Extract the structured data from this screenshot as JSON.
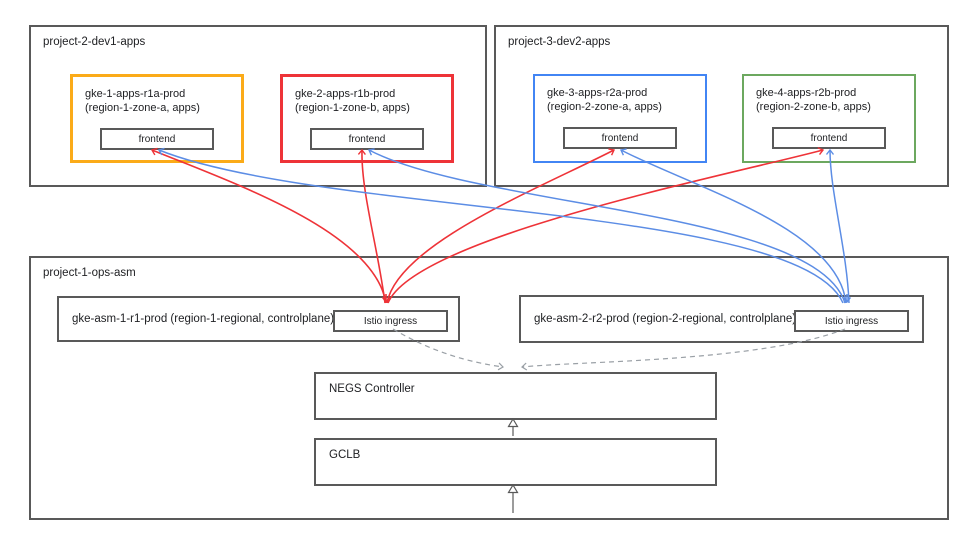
{
  "colors": {
    "orange": "#FBAB18",
    "red": "#EE3338",
    "blue": "#4285F4",
    "blueArrow": "#5C8DE5",
    "green": "#6CA85F",
    "border": "#595959",
    "dash": "#9AA0A6",
    "text": "#202124"
  },
  "projects": {
    "dev1": {
      "title": "project-2-dev1-apps",
      "clusters": [
        {
          "name": "gke-1-apps-r1a-prod",
          "zone": "(region-1-zone-a, apps)",
          "service": "frontend",
          "border": "orange"
        },
        {
          "name": "gke-2-apps-r1b-prod",
          "zone": "(region-1-zone-b, apps)",
          "service": "frontend",
          "border": "red"
        }
      ]
    },
    "dev2": {
      "title": "project-3-dev2-apps",
      "clusters": [
        {
          "name": "gke-3-apps-r2a-prod",
          "zone": "(region-2-zone-a, apps)",
          "service": "frontend",
          "border": "blue"
        },
        {
          "name": "gke-4-apps-r2b-prod",
          "zone": "(region-2-zone-b, apps)",
          "service": "frontend",
          "border": "green"
        }
      ]
    },
    "ops": {
      "title": "project-1-ops-asm",
      "controlplanes": [
        {
          "name": "gke-asm-1-r1-prod (region-1-regional, controlplane)",
          "ingress": "Istio ingress"
        },
        {
          "name": "gke-asm-2-r2-prod (region-2-regional, controlplane)",
          "ingress": "Istio ingress"
        }
      ],
      "negs_label": "NEGS Controller",
      "gclb_label": "GCLB"
    }
  },
  "edges": [
    {
      "from": "istio-ingress-1",
      "to": "frontend-gke-1",
      "style": "solid-curve",
      "color": "red"
    },
    {
      "from": "istio-ingress-1",
      "to": "frontend-gke-2",
      "style": "solid-curve",
      "color": "red"
    },
    {
      "from": "istio-ingress-1",
      "to": "frontend-gke-3",
      "style": "solid-curve",
      "color": "red"
    },
    {
      "from": "istio-ingress-1",
      "to": "frontend-gke-4",
      "style": "solid-curve",
      "color": "red"
    },
    {
      "from": "istio-ingress-2",
      "to": "frontend-gke-1",
      "style": "solid-curve",
      "color": "blue"
    },
    {
      "from": "istio-ingress-2",
      "to": "frontend-gke-2",
      "style": "solid-curve",
      "color": "blue"
    },
    {
      "from": "istio-ingress-2",
      "to": "frontend-gke-3",
      "style": "solid-curve",
      "color": "blue"
    },
    {
      "from": "istio-ingress-2",
      "to": "frontend-gke-4",
      "style": "solid-curve",
      "color": "blue"
    },
    {
      "from": "istio-ingress-1",
      "to": "negs-controller",
      "style": "dashed",
      "color": "gray"
    },
    {
      "from": "istio-ingress-2",
      "to": "negs-controller",
      "style": "dashed",
      "color": "gray"
    },
    {
      "from": "gclb",
      "to": "negs-controller",
      "style": "solid-hollow-arrow",
      "color": "gray"
    },
    {
      "from": "external",
      "to": "gclb",
      "style": "solid-hollow-arrow",
      "color": "gray"
    }
  ]
}
